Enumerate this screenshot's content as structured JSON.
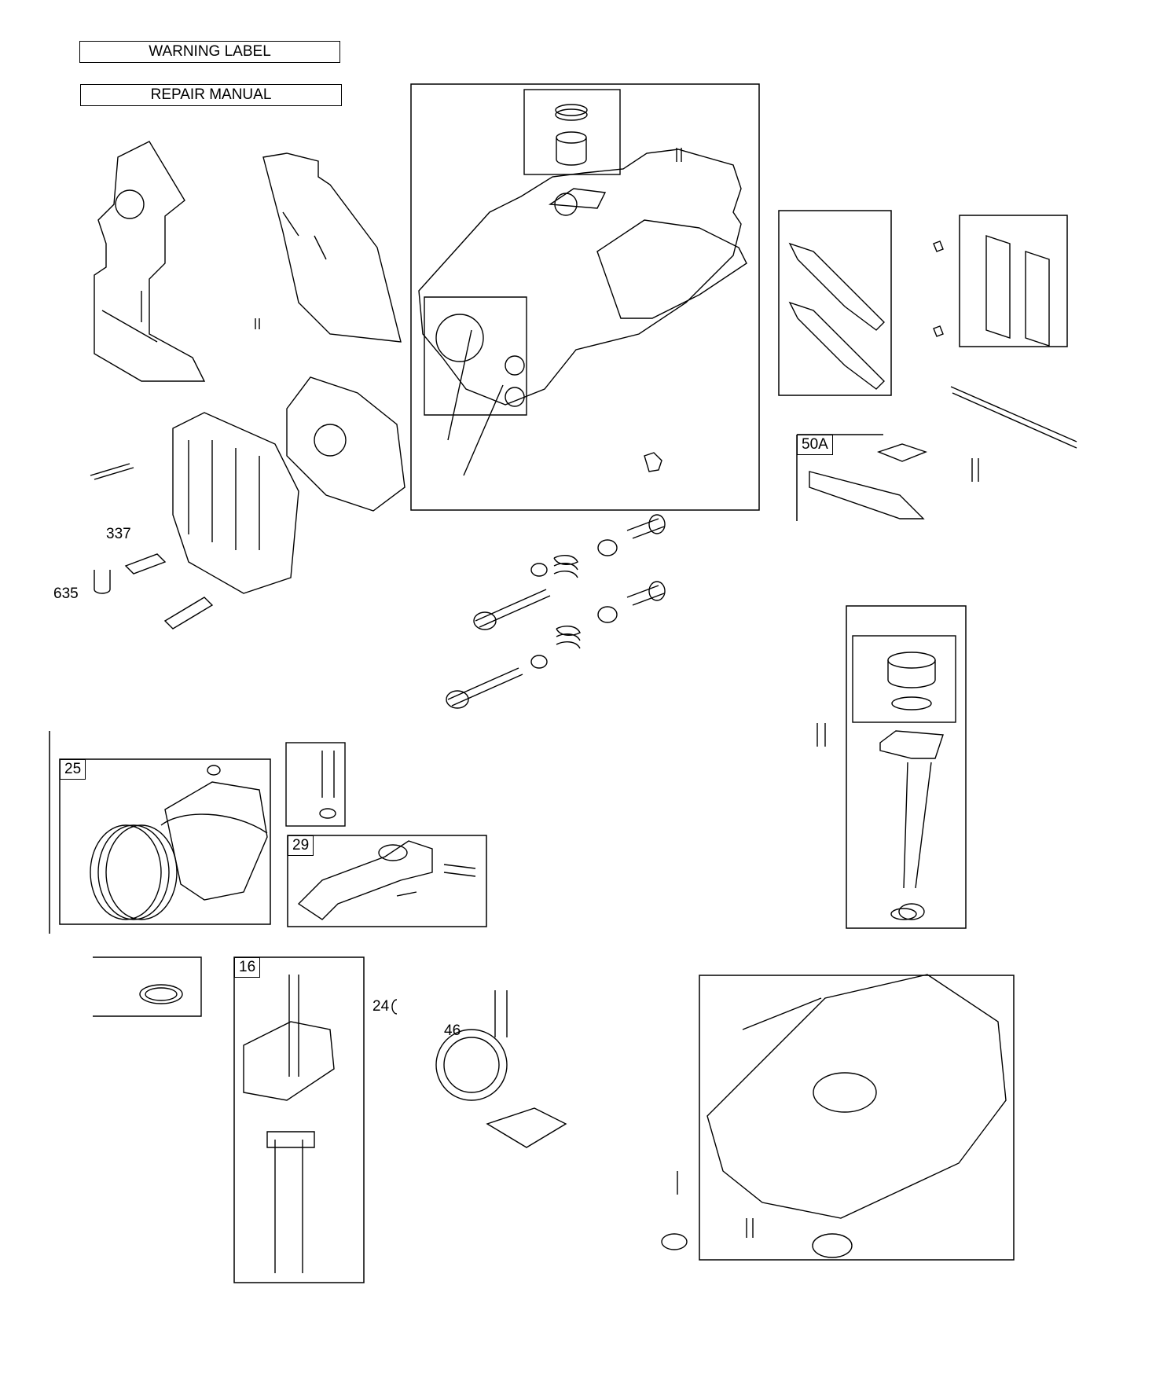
{
  "labels": {
    "warning_label": "WARNING LABEL",
    "repair_manual": "REPAIR MANUAL"
  },
  "callouts": {
    "c337": "337",
    "c635": "635",
    "c50a": "50A",
    "c25": "25",
    "c29": "29",
    "c16": "16",
    "c24": "24",
    "c46": "46"
  }
}
